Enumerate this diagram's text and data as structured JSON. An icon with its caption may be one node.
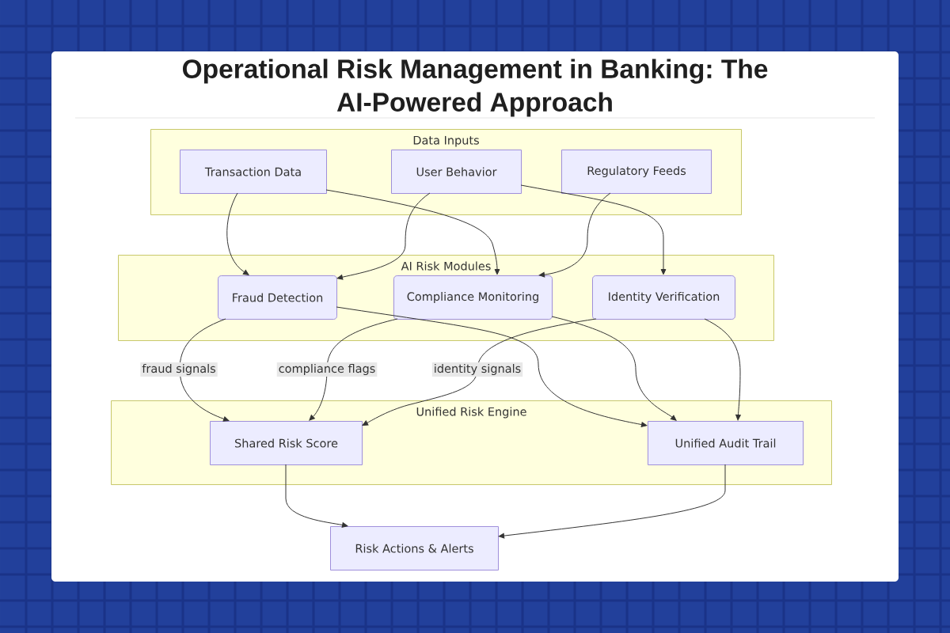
{
  "diagram": {
    "title": "Operational Risk Management in Banking: The AI-Powered Approach",
    "nodes": [
      {
        "text": [
          "Data Inputs"
        ]
      },
      {
        "text": [
          "Transaction Data"
        ],
        "in": 0
      },
      {
        "text": [
          "User Behavior"
        ],
        "in": 0
      },
      {
        "text": [
          "Regulatory Feeds"
        ],
        "in": 0
      },
      {
        "text": [
          "AI Risk Modules"
        ]
      },
      {
        "text": [
          "Fraud Detection"
        ],
        "in": 4
      },
      {
        "text": [
          "Compliance Monitoring"
        ],
        "in": 4
      },
      {
        "text": [
          "Identity Verification"
        ],
        "in": 4
      },
      {
        "text": [
          "Unified Risk Engine"
        ]
      },
      {
        "text": [
          "Shared Risk Score"
        ],
        "in": 8
      },
      {
        "text": [
          "Unified Audit Trail"
        ],
        "in": 8
      },
      {
        "text": [
          "Risk Actions & Alerts"
        ]
      }
    ],
    "edges": [
      {
        "from": 1,
        "to": 5,
        "arrow": "to"
      },
      {
        "from": 1,
        "to": 6,
        "arrow": "to"
      },
      {
        "from": 2,
        "to": 5,
        "arrow": "to"
      },
      {
        "from": 3,
        "to": 6,
        "arrow": "to"
      },
      {
        "from": 2,
        "to": 7,
        "arrow": "to"
      },
      {
        "from": 5,
        "to": 9,
        "arrow": "to",
        "label": "fraud signals"
      },
      {
        "from": 6,
        "to": 9,
        "arrow": "to",
        "label": "compliance flags"
      },
      {
        "from": 7,
        "to": 9,
        "arrow": "to",
        "label": "identity signals"
      },
      {
        "from": 5,
        "to": 10,
        "arrow": "to"
      },
      {
        "from": 6,
        "to": 10,
        "arrow": "to"
      },
      {
        "from": 7,
        "to": 10,
        "arrow": "to"
      },
      {
        "from": 9,
        "to": 11,
        "arrow": "to"
      },
      {
        "from": 10,
        "to": 11,
        "arrow": "to"
      }
    ]
  }
}
